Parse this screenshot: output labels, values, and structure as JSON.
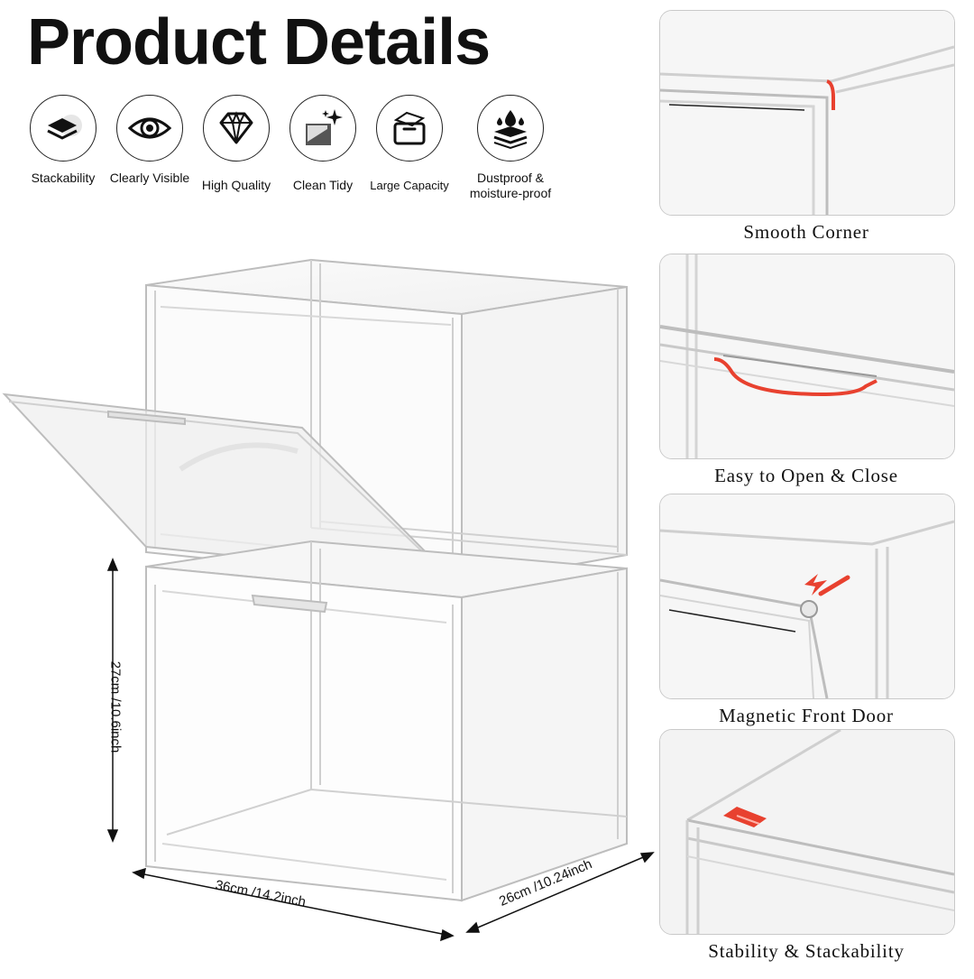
{
  "header": {
    "title": "Product Details"
  },
  "features": [
    {
      "icon": "layers-icon",
      "label": "Stackability"
    },
    {
      "icon": "eye-icon",
      "label": "Clearly Visible"
    },
    {
      "icon": "diamond-icon",
      "label": "High Quality"
    },
    {
      "icon": "sparkle-icon",
      "label": "Clean Tidy"
    },
    {
      "icon": "capacity-box-icon",
      "label": "Large Capacity"
    },
    {
      "icon": "droplet-shield-icon",
      "label": "Dustproof & moisture-proof"
    }
  ],
  "dimensions": {
    "height": "27cm /10.6inch",
    "width": "36cm /14.2inch",
    "depth": "26cm /10.24inch"
  },
  "details": [
    {
      "caption": "Smooth Corner"
    },
    {
      "caption": "Easy to Open & Close"
    },
    {
      "caption": "Magnetic Front Door"
    },
    {
      "caption": "Stability & Stackability"
    }
  ],
  "colors": {
    "accent": "#e8412f",
    "outline": "#222222",
    "acrylic_edge": "#bdbdbd"
  }
}
